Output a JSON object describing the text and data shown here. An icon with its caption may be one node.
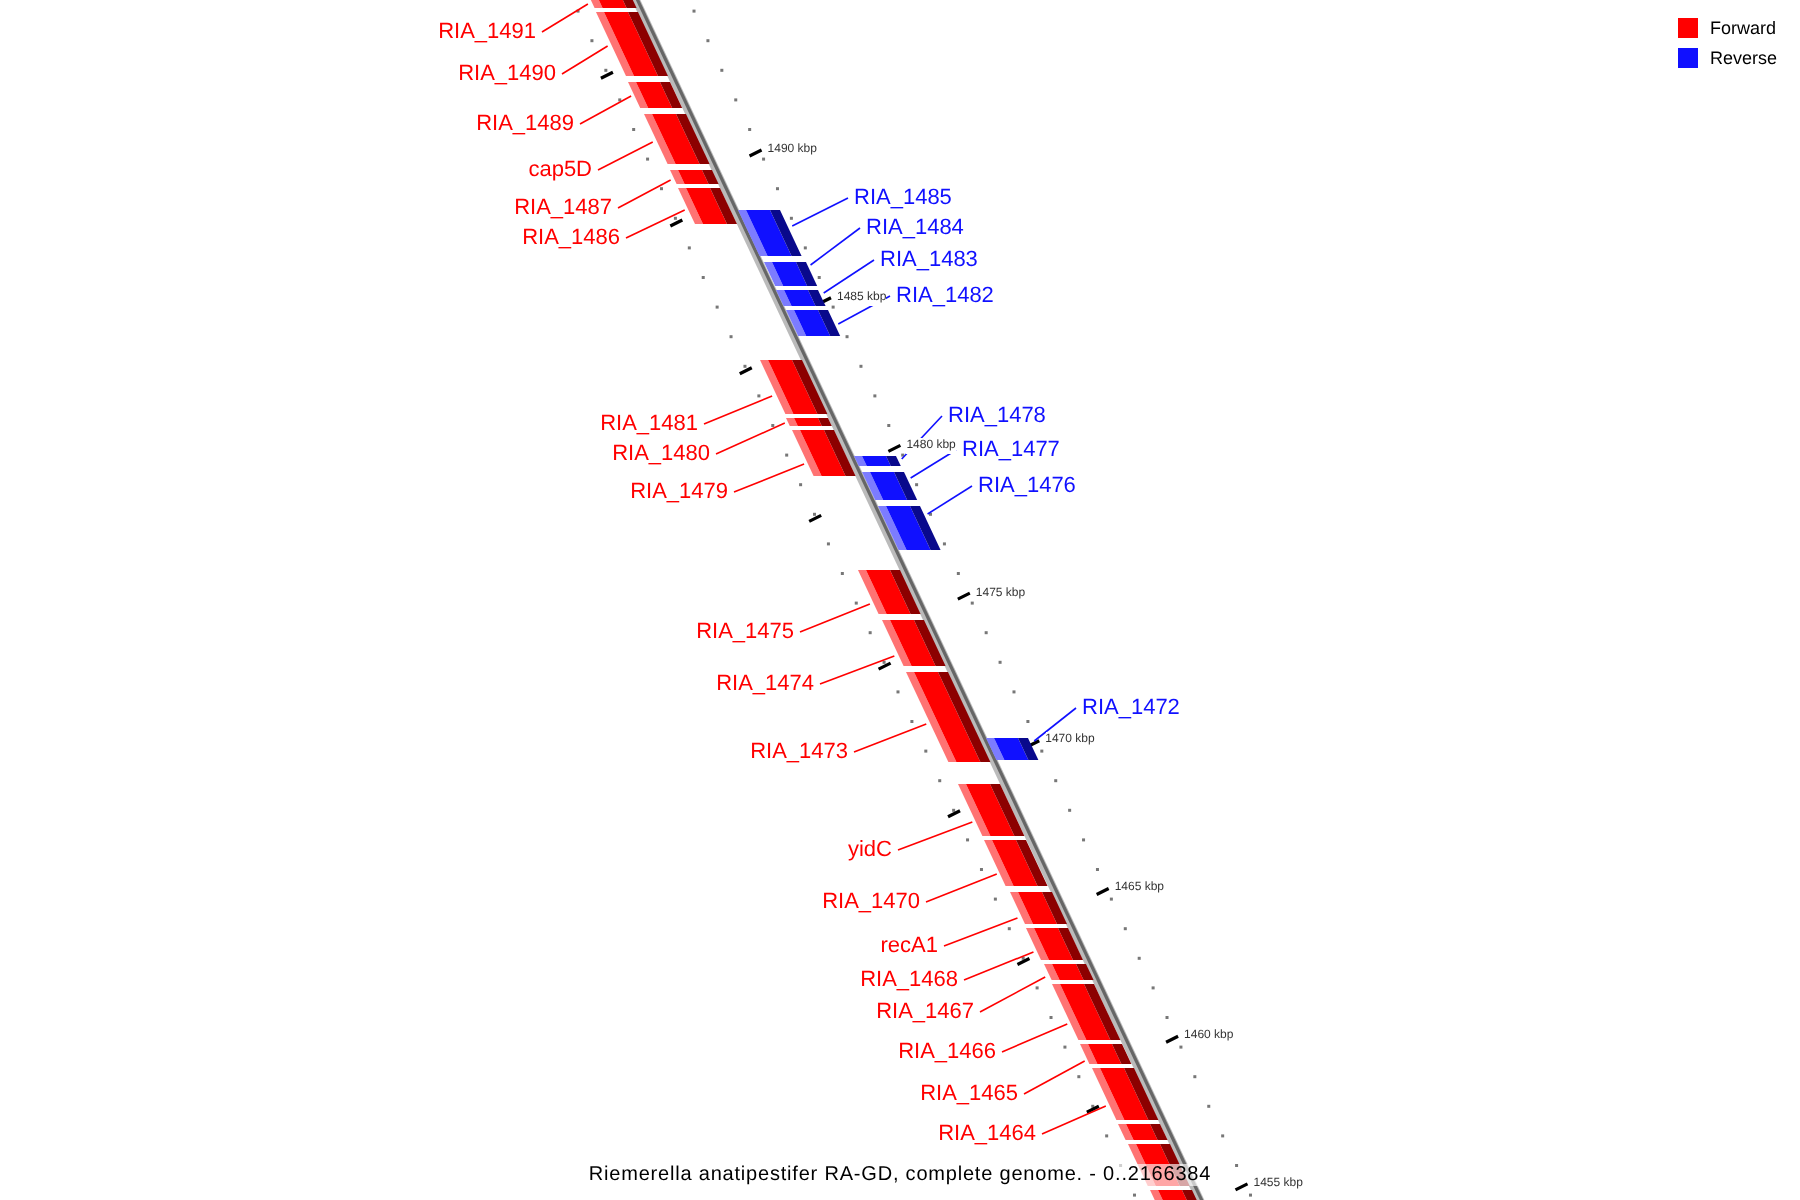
{
  "diagram": {
    "caption": "Riemerella anatipestifer RA-GD, complete genome. - 0..2166384",
    "nodes": [
      {
        "text": [],
        "shape": "bar"
      },
      {
        "text": [],
        "shape": "bar"
      },
      {
        "text": [],
        "shape": "bar"
      },
      {
        "text": [],
        "shape": "bar"
      },
      {
        "text": [],
        "shape": "bar"
      },
      {
        "text": [],
        "shape": "bar"
      },
      {
        "text": [],
        "shape": "bar"
      },
      {
        "text": [],
        "shape": "bar"
      },
      {
        "text": [],
        "shape": "bar"
      },
      {
        "text": [],
        "shape": "bar"
      },
      {
        "text": [],
        "shape": "bar"
      },
      {
        "text": [],
        "shape": "bar"
      },
      {
        "text": [],
        "shape": "bar"
      },
      {
        "text": [],
        "shape": "bar"
      },
      {
        "text": [],
        "shape": "bar"
      },
      {
        "text": [],
        "shape": "bar"
      },
      {
        "text": [],
        "shape": "bar"
      },
      {
        "text": [],
        "shape": "bar"
      },
      {
        "text": [],
        "shape": "bar"
      },
      {
        "text": [],
        "shape": "bar"
      },
      {
        "text": [],
        "shape": "bar"
      },
      {
        "text": [],
        "shape": "bar"
      },
      {
        "text": [],
        "shape": "bar"
      },
      {
        "text": [],
        "shape": "bar"
      },
      {
        "text": [],
        "shape": "bar"
      },
      {
        "text": [],
        "shape": "bar"
      },
      {
        "text": [],
        "shape": "bar"
      },
      {
        "text": [],
        "shape": "bar"
      },
      {
        "text": [],
        "shape": "bar"
      },
      {
        "text": [],
        "shape": "bar"
      },
      {
        "text": [],
        "shape": "bar"
      },
      {
        "text": [
          "RIA_1491"
        ]
      },
      {
        "text": [
          "RIA_1490"
        ]
      },
      {
        "text": [
          "RIA_1489"
        ]
      },
      {
        "text": [
          "cap5D"
        ]
      },
      {
        "text": [
          "RIA_1485"
        ]
      },
      {
        "text": [
          "RIA_1487"
        ]
      },
      {
        "text": [
          "RIA_1484"
        ]
      },
      {
        "text": [
          "RIA_1486"
        ]
      },
      {
        "text": [
          "RIA_1483"
        ]
      },
      {
        "text": [
          "RIA_1482"
        ]
      },
      {
        "text": [
          "RIA_1478"
        ]
      },
      {
        "text": [
          "RIA_1481"
        ]
      },
      {
        "text": [
          "RIA_1477"
        ]
      },
      {
        "text": [
          "RIA_1480"
        ]
      },
      {
        "text": [
          "RIA_1476"
        ]
      },
      {
        "text": [
          "RIA_1479"
        ]
      },
      {
        "text": [
          "RIA_1475"
        ]
      },
      {
        "text": [
          "RIA_1474"
        ]
      },
      {
        "text": [
          "RIA_1472"
        ]
      },
      {
        "text": [
          "RIA_1473"
        ]
      },
      {
        "text": [
          "yidC"
        ]
      },
      {
        "text": [
          "RIA_1470"
        ]
      },
      {
        "text": [
          "recA1"
        ]
      },
      {
        "text": [
          "RIA_1468"
        ]
      },
      {
        "text": [
          "RIA_1467"
        ]
      },
      {
        "text": [
          "RIA_1466"
        ]
      },
      {
        "text": [
          "RIA_1465"
        ]
      },
      {
        "text": [
          "RIA_1464"
        ]
      }
    ],
    "edges": [
      {
        "from": 31,
        "to": 0,
        "arrow": "none"
      },
      {
        "from": 32,
        "to": 1,
        "arrow": "none"
      },
      {
        "from": 33,
        "to": 2,
        "arrow": "none"
      },
      {
        "from": 34,
        "to": 3,
        "arrow": "none"
      },
      {
        "from": 35,
        "to": 6,
        "arrow": "none",
        "color": "#1010ff"
      },
      {
        "from": 36,
        "to": 4,
        "arrow": "none"
      },
      {
        "from": 37,
        "to": 7,
        "arrow": "none",
        "color": "#1010ff"
      },
      {
        "from": 38,
        "to": 5,
        "arrow": "none"
      },
      {
        "from": 39,
        "to": 8,
        "arrow": "none",
        "color": "#1010ff"
      },
      {
        "from": 40,
        "to": 9,
        "arrow": "none",
        "color": "#1010ff"
      },
      {
        "from": 41,
        "to": 13,
        "arrow": "none",
        "color": "#1010ff"
      },
      {
        "from": 42,
        "to": 10,
        "arrow": "none"
      },
      {
        "from": 43,
        "to": 14,
        "arrow": "none",
        "color": "#1010ff"
      },
      {
        "from": 44,
        "to": 11,
        "arrow": "none"
      },
      {
        "from": 45,
        "to": 15,
        "arrow": "none",
        "color": "#1010ff"
      },
      {
        "from": 46,
        "to": 12,
        "arrow": "none"
      },
      {
        "from": 47,
        "to": 16,
        "arrow": "none"
      },
      {
        "from": 48,
        "to": 17,
        "arrow": "none"
      },
      {
        "from": 49,
        "to": 19,
        "arrow": "none",
        "color": "#1010ff"
      },
      {
        "from": 50,
        "to": 18,
        "arrow": "none"
      },
      {
        "from": 51,
        "to": 20,
        "arrow": "none"
      },
      {
        "from": 52,
        "to": 21,
        "arrow": "none"
      },
      {
        "from": 53,
        "to": 22,
        "arrow": "none"
      },
      {
        "from": 54,
        "to": 23,
        "arrow": "none"
      },
      {
        "from": 55,
        "to": 24,
        "arrow": "none"
      },
      {
        "from": 56,
        "to": 25,
        "arrow": "none"
      },
      {
        "from": 57,
        "to": 26,
        "arrow": "none"
      },
      {
        "from": 58,
        "to": 27,
        "arrow": "none"
      }
    ],
    "labels": [
      "1490 kbp",
      "1485 kbp",
      "1480 kbp",
      "1475 kbp",
      "1470 kbp",
      "1465 kbp",
      "1460 kbp",
      "1455 kbp"
    ],
    "legend": [
      {
        "text": "Forward",
        "color": "#ff0000"
      },
      {
        "text": "Reverse",
        "color": "#1010ff"
      }
    ]
  }
}
